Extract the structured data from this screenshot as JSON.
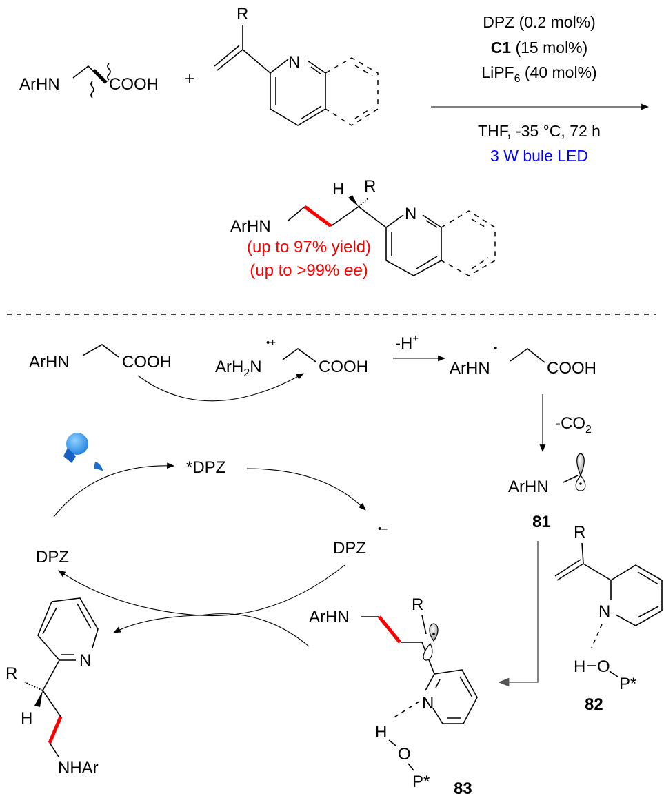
{
  "reaction": {
    "reactant1": {
      "left": "ArHN",
      "right": "COOH"
    },
    "plus": "+",
    "reactant2": {
      "substituent": "R",
      "heteroatom": "N"
    },
    "conditions": {
      "line1": "DPZ (0.2 mol%)",
      "line2_bold": "C1",
      "line2_rest": " (15 mol%)",
      "line3_a": "LiPF",
      "line3_sub": "6",
      "line3_b": " (40 mol%)",
      "line4": "THF, -35 °C, 72 h",
      "line5": "3 W bule LED"
    },
    "product": {
      "amine": "ArHN",
      "h": "H",
      "r": "R",
      "n": "N",
      "yield": "(up to 97% yield)",
      "ee_prefix": "(up to >99% ",
      "ee_italic": "ee",
      "ee_suffix": ")"
    }
  },
  "mechanism": {
    "glycine": {
      "left": "ArHN",
      "right": "COOH"
    },
    "radical_cation": {
      "left_a": "ArH",
      "left_sub": "2",
      "left_b": "N",
      "charge": "•+",
      "right": "COOH"
    },
    "deprotonation": {
      "label": "-H",
      "sup": "+"
    },
    "n_radical": {
      "left": "ArHN",
      "dot": "•",
      "right": "COOH"
    },
    "decarboxylation": {
      "label": "-CO",
      "sub": "2"
    },
    "compound81": {
      "text": "ArHN",
      "label": "81"
    },
    "compound82": {
      "r": "R",
      "n": "N",
      "h": "H",
      "o": "O",
      "p": "P*",
      "label": "82"
    },
    "compound83": {
      "amine": "ArHN",
      "r": "R",
      "n": "N",
      "h": "H",
      "o": "O",
      "p": "P*",
      "label": "83"
    },
    "cycle": {
      "excited": "*DPZ",
      "ground": "DPZ",
      "reduced": "DPZ",
      "reduced_charge": "•–"
    },
    "final_product": {
      "r": "R",
      "h": "H",
      "n": "N",
      "amine": "NHAr"
    },
    "colors": {
      "new_bond": "#ff0000",
      "light": "#0000ff",
      "bulb": "#1e90ff"
    }
  }
}
